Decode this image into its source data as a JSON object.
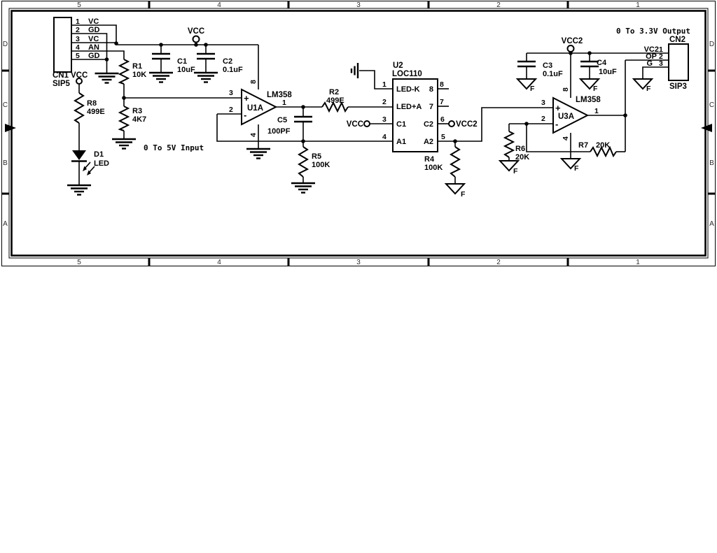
{
  "frame": {
    "columns": [
      "5",
      "4",
      "3",
      "2",
      "1"
    ],
    "rows": [
      "D",
      "C",
      "B",
      "A"
    ]
  },
  "notes": {
    "input": "0 To 5V Input",
    "output": "0 To 3.3V Output"
  },
  "power": {
    "vcc": "VCC",
    "vcc2": "VCC2"
  },
  "ground_f": "F",
  "signs": {
    "plus": "+",
    "minus": "-"
  },
  "cn1": {
    "ref": "CN1",
    "sub": "SIP5",
    "pins": [
      {
        "n": "1",
        "name": "VC"
      },
      {
        "n": "2",
        "name": "GD"
      },
      {
        "n": "3",
        "name": "VC"
      },
      {
        "n": "4",
        "name": "AN"
      },
      {
        "n": "5",
        "name": "GD"
      }
    ]
  },
  "cn2": {
    "ref": "CN2",
    "sub": "SIP3",
    "pins": [
      {
        "n": "1",
        "name": "VC2"
      },
      {
        "n": "2",
        "name": "OP"
      },
      {
        "n": "3",
        "name": "G"
      }
    ]
  },
  "u1": {
    "ref": "U1A",
    "part": "LM358",
    "pin_inp": "3",
    "pin_inn": "2",
    "pin_out": "1",
    "pin_v": "8",
    "pin_g": "4"
  },
  "u3": {
    "ref": "U3A",
    "part": "LM358",
    "pin_inp": "3",
    "pin_inn": "2",
    "pin_out": "1",
    "pin_v": "8",
    "pin_g": "4"
  },
  "u2": {
    "ref": "U2",
    "part": "LOC110",
    "pins_left": [
      {
        "n": "1",
        "name": "LED-K"
      },
      {
        "n": "2",
        "name": "LED+A"
      },
      {
        "n": "3",
        "name": "C1"
      },
      {
        "n": "4",
        "name": "A1"
      }
    ],
    "pins_right": [
      {
        "n": "8",
        "name": "8"
      },
      {
        "n": "7",
        "name": "7"
      },
      {
        "n": "6",
        "name": "C2"
      },
      {
        "n": "5",
        "name": "A2"
      }
    ]
  },
  "resistors": {
    "r1": {
      "ref": "R1",
      "value": "10K"
    },
    "r2": {
      "ref": "R2",
      "value": "499E"
    },
    "r3": {
      "ref": "R3",
      "value": "4K7"
    },
    "r4": {
      "ref": "R4",
      "value": "100K"
    },
    "r5": {
      "ref": "R5",
      "value": "100K"
    },
    "r6": {
      "ref": "R6",
      "value": "20K"
    },
    "r7": {
      "ref": "R7",
      "value": "20K"
    },
    "r8": {
      "ref": "R8",
      "value": "499E"
    }
  },
  "capacitors": {
    "c1": {
      "ref": "C1",
      "value": "10uF"
    },
    "c2": {
      "ref": "C2",
      "value": "0.1uF"
    },
    "c3": {
      "ref": "C3",
      "value": "0.1uF"
    },
    "c4": {
      "ref": "C4",
      "value": "10uF"
    },
    "c5": {
      "ref": "C5",
      "value": "100PF"
    }
  },
  "diode": {
    "ref": "D1",
    "value": "LED"
  }
}
